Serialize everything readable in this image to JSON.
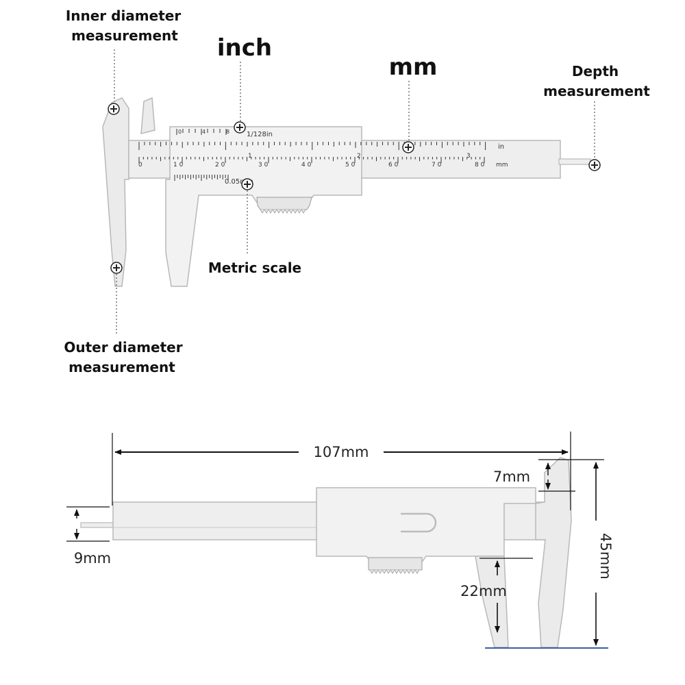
{
  "labels": {
    "inner_diameter": [
      "Inner diameter",
      "measurement"
    ],
    "inch": "inch",
    "mm": "mm",
    "depth": [
      "Depth",
      "measurement"
    ],
    "metric_scale": "Metric scale",
    "outer_diameter": [
      "Outer diameter",
      "measurement"
    ]
  },
  "scale_text": {
    "inch_fraction": "1/128in",
    "unit_in": "in",
    "unit_mm": "mm",
    "vernier_resolution": "0.05mm",
    "mm_numbers": [
      "0",
      "1 0",
      "2 0",
      "3 0",
      "4 0",
      "5 0",
      "6 0",
      "7 0",
      "8 0"
    ],
    "inch_numbers": [
      "1",
      "2",
      "3"
    ],
    "inch_vernier_numbers": [
      "0",
      "4",
      "8"
    ]
  },
  "dimensions": {
    "length": "107mm",
    "jaw_top": "7mm",
    "height": "45mm",
    "depth_rod": "9mm",
    "jaw_bottom": "22mm"
  }
}
